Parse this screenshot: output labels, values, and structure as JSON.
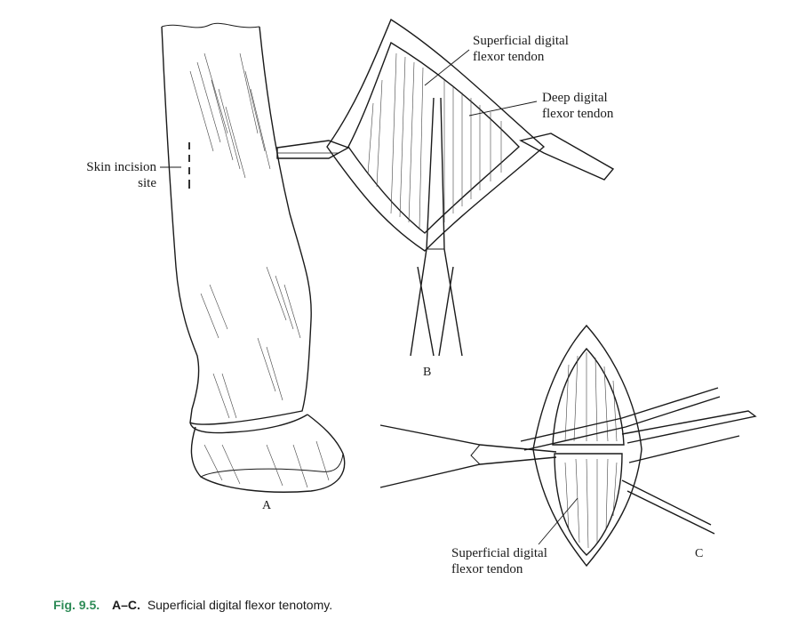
{
  "labels": {
    "skin_incision_line1": "Skin incision",
    "skin_incision_line2": "site",
    "sdft_top_line1": "Superficial digital",
    "sdft_top_line2": "flexor tendon",
    "ddft_line1": "Deep digital",
    "ddft_line2": "flexor tendon",
    "sdft_bottom_line1": "Superficial digital",
    "sdft_bottom_line2": "flexor tendon"
  },
  "panels": {
    "a": "A",
    "b": "B",
    "c": "C"
  },
  "caption": {
    "figure_number": "Fig. 9.5.",
    "panel_range": "A–C.",
    "text": "Superficial digital flexor tenotomy."
  },
  "colors": {
    "ink": "#1a1a1a",
    "caption_accent": "#2e8b57"
  }
}
